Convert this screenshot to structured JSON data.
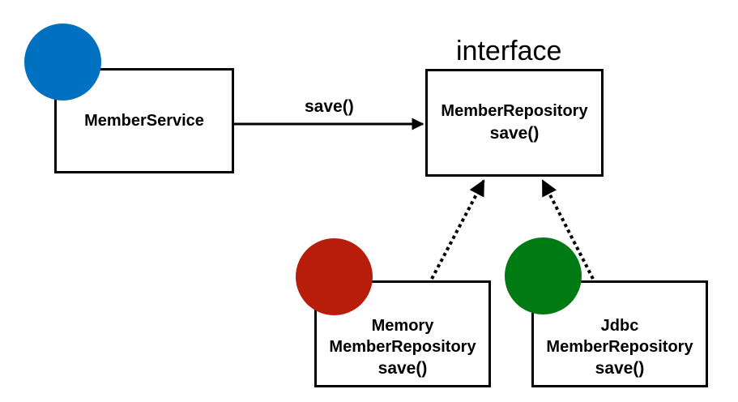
{
  "diagram": {
    "interface_label": "interface",
    "call_label": "save()",
    "nodes": {
      "member_service": {
        "name": "MemberService"
      },
      "member_repository": {
        "name": "MemberRepository",
        "method": "save()"
      },
      "memory_repository": {
        "prefix": "Memory",
        "name": "MemberRepository",
        "method": "save()"
      },
      "jdbc_repository": {
        "prefix": "Jdbc",
        "name": "MemberRepository",
        "method": "save()"
      }
    },
    "colors": {
      "service_marker": "#0070C0",
      "memory_marker": "#B81C0A",
      "jdbc_marker": "#007A12",
      "stroke": "#000000"
    }
  }
}
